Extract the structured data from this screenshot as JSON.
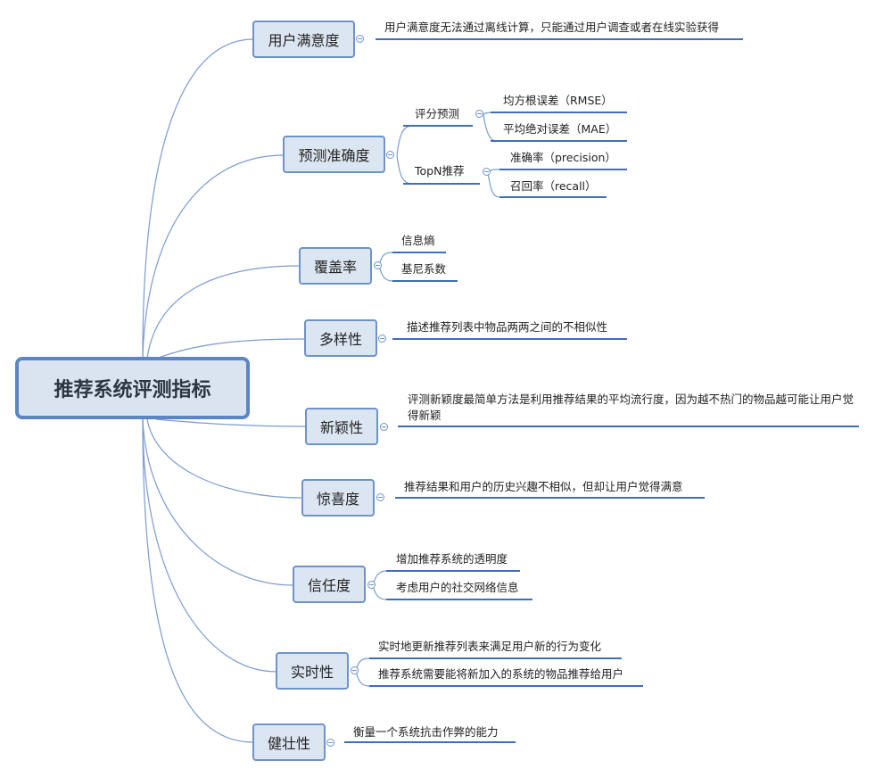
{
  "root": {
    "label": "推荐系统评测指标"
  },
  "branches": [
    {
      "id": "satisfaction",
      "label": "用户满意度",
      "children": [
        {
          "label": "用户满意度无法通过离线计算，只能通过用户调查或者在线实验获得"
        }
      ]
    },
    {
      "id": "accuracy",
      "label": "预测准确度",
      "groups": [
        {
          "label": "评分预测",
          "children": [
            {
              "label": "均方根误差（RMSE）"
            },
            {
              "label": "平均绝对误差（MAE）"
            }
          ]
        },
        {
          "label": "TopN推荐",
          "children": [
            {
              "label": "准确率（precision）"
            },
            {
              "label": "召回率（recall）"
            }
          ]
        }
      ]
    },
    {
      "id": "coverage",
      "label": "覆盖率",
      "children": [
        {
          "label": "信息熵"
        },
        {
          "label": "基尼系数"
        }
      ]
    },
    {
      "id": "diversity",
      "label": "多样性",
      "children": [
        {
          "label": "描述推荐列表中物品两两之间的不相似性"
        }
      ]
    },
    {
      "id": "novelty",
      "label": "新颖性",
      "children": [
        {
          "label": "评测新颖度最简单方法是利用推荐结果的平均流行度，因为越不热门的物品越可能让用户觉得新颖"
        }
      ]
    },
    {
      "id": "serendipity",
      "label": "惊喜度",
      "children": [
        {
          "label": "推荐结果和用户的历史兴趣不相似，但却让用户觉得满意"
        }
      ]
    },
    {
      "id": "trust",
      "label": "信任度",
      "children": [
        {
          "label": "增加推荐系统的透明度"
        },
        {
          "label": "考虑用户的社交网络信息"
        }
      ]
    },
    {
      "id": "realtime",
      "label": "实时性",
      "children": [
        {
          "label": "实时地更新推荐列表来满足用户新的行为变化"
        },
        {
          "label": "推荐系统需要能将新加入的系统的物品推荐给用户"
        }
      ]
    },
    {
      "id": "robustness",
      "label": "健壮性",
      "children": [
        {
          "label": "衡量一个系统抗击作弊的能力"
        }
      ]
    }
  ],
  "colors": {
    "line": "#6e93c8",
    "underline": "#3f6fb5",
    "node_fill": "#dce6f2"
  }
}
